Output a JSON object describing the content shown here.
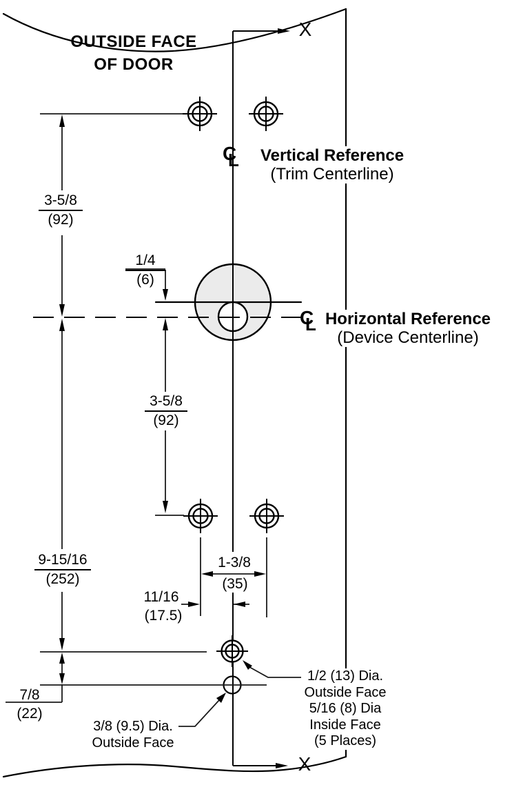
{
  "labels": {
    "door_face_line1": "OUTSIDE FACE",
    "door_face_line2": "OF DOOR",
    "axis_top": "X",
    "axis_bottom": "X"
  },
  "references": {
    "vertical": {
      "title": "Vertical Reference",
      "subtitle": "(Trim Centerline)"
    },
    "horizontal": {
      "title": "Horizontal Reference",
      "subtitle": "(Device Centerline)"
    }
  },
  "centerline_glyph": {
    "c": "C",
    "l": "L"
  },
  "dims": {
    "trim_top": {
      "imp": "3-5/8",
      "met": "(92)"
    },
    "crossbar": {
      "imp": "1/4",
      "met": "(6)"
    },
    "trim_bottom": {
      "imp": "3-5/8",
      "met": "(92)"
    },
    "bottom_span": {
      "imp": "9-15/16",
      "met": "(252)"
    },
    "hole_span": {
      "imp": "1-3/8",
      "met": "(35)"
    },
    "hole_half": {
      "imp": "11/16",
      "met": "(17.5)"
    },
    "edge_offset": {
      "imp": "7/8",
      "met": "(22)"
    }
  },
  "notes": {
    "through_holes": [
      "1/2 (13) Dia.",
      "Outside Face",
      "5/16 (8) Dia",
      "Inside Face",
      "(5 Places)"
    ],
    "outside_hole": [
      "3/8 (9.5) Dia.",
      "Outside Face"
    ]
  }
}
